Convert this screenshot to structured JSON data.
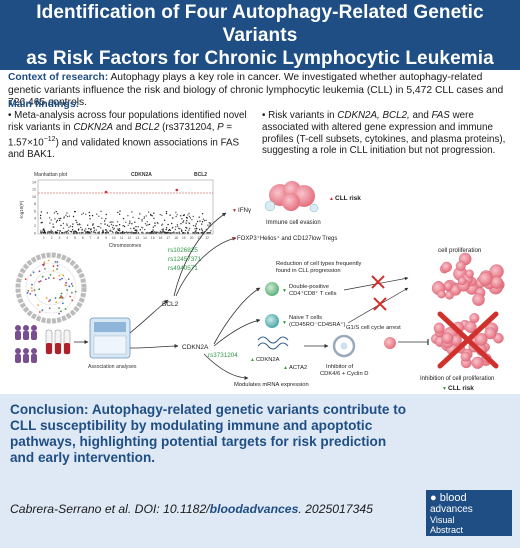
{
  "title": {
    "line1": "Identification of Four Autophagy-Related Genetic Variants",
    "line2": "as Risk Factors for Chronic Lymphocytic Leukemia"
  },
  "context": {
    "label": "Context of research:",
    "text": "Autophagy plays a key role in cancer. We investigated whether autophagy-related genetic variants influence the risk and biology of chronic lymphocytic leukemia (CLL) in 5,472 CLL cases and 726,465 controls."
  },
  "findings": {
    "title": "Main findings:",
    "left_p1": "• Meta-analysis across four populations identified novel risk variants in ",
    "left_g1": "CDKN2A",
    "left_p2": " and ",
    "left_g2": "BCL2",
    "left_p3": " (rs3731204, ",
    "left_pv": "P",
    "left_p4": " = 1.57×10",
    "left_exp": "−12",
    "left_p5": ") and validated known associations in FAS and BAK1.",
    "right_p1": "• Risk variants in ",
    "right_g": "CDKN2A, BCL2,",
    "right_p2": " and ",
    "right_g2": "FAS",
    "right_p3": " were associated with altered gene expression and immune profiles (T-cell subsets, cytokines, and plasma proteins), suggesting a role in CLL initiation but not progression."
  },
  "figure": {
    "manhattan_title": "Manhattan plot",
    "gene_cdkn2a_top": "CDKN2A",
    "gene_bcl2_top": "BCL2",
    "y_axis_label": "-log10(P)",
    "x_axis_label": "Chromosomes",
    "y_ticks": [
      "14",
      "12",
      "10",
      "8",
      "6",
      "4",
      "2",
      "0"
    ],
    "x_ticks": [
      "1",
      "2",
      "3",
      "4",
      "5",
      "6",
      "7",
      "8",
      "9",
      "10",
      "11",
      "12",
      "13",
      "14",
      "15",
      "16",
      "17",
      "18",
      "19",
      "20",
      "21",
      "22"
    ],
    "ifn": "IFNγ",
    "cll_risk_up": "CLL risk",
    "immune_evasion": "Immune cell evasion",
    "foxp3": "FOXP3⁺Helios⁺ and CD127low Tregs",
    "rs1": "rs1026825",
    "rs2": "rs12457371",
    "rs3": "rs4940571",
    "bcl2": "BCL2",
    "cell_prolif": "cell proliferation",
    "reduction1": "Reduction of cell types frequently",
    "reduction2": "found in CLL progression",
    "dp1": "Double-positive",
    "dp2": "CD4⁺CD8⁺ T cells",
    "naive1": "Naive T cells",
    "naive2": "(CD45RO⁻CD45RA⁺)",
    "cdkn2a": "CDKN2A",
    "rs4": "rs3731204",
    "g1s": "G1/S cell cycle arrest",
    "assoc": "Association analyses",
    "cdkn2a_small": "CDKN2A",
    "acta2": "ACTA2",
    "inhib1": "Inhibitor of",
    "inhib2": "CDK4/6 + Cyclin D",
    "inhib_prolif": "Inhibition of cell proliferation",
    "cll_risk_down": "CLL risk",
    "modulates": "Modulates mRNA expression"
  },
  "conclusion": {
    "label": "Conclusion:",
    "text": " Autophagy-related genetic variants contribute to CLL susceptibility by modulating immune and apoptotic pathways, highlighting potential targets for risk prediction and early intervention."
  },
  "citation": {
    "pre": "Cabrera-Serrano et al. DOI: 10.1182/",
    "journal": "bloodadvances",
    "post": ". 2025017345"
  },
  "logo": {
    "line1": "blood",
    "line2": "advances",
    "line3": "Visual",
    "line4": "Abstract"
  },
  "colors": {
    "brand": "#1f4e85",
    "up_arrow": "#3a9a3a",
    "down_arrow": "#d0312d",
    "rs_green": "#2e9a44"
  }
}
